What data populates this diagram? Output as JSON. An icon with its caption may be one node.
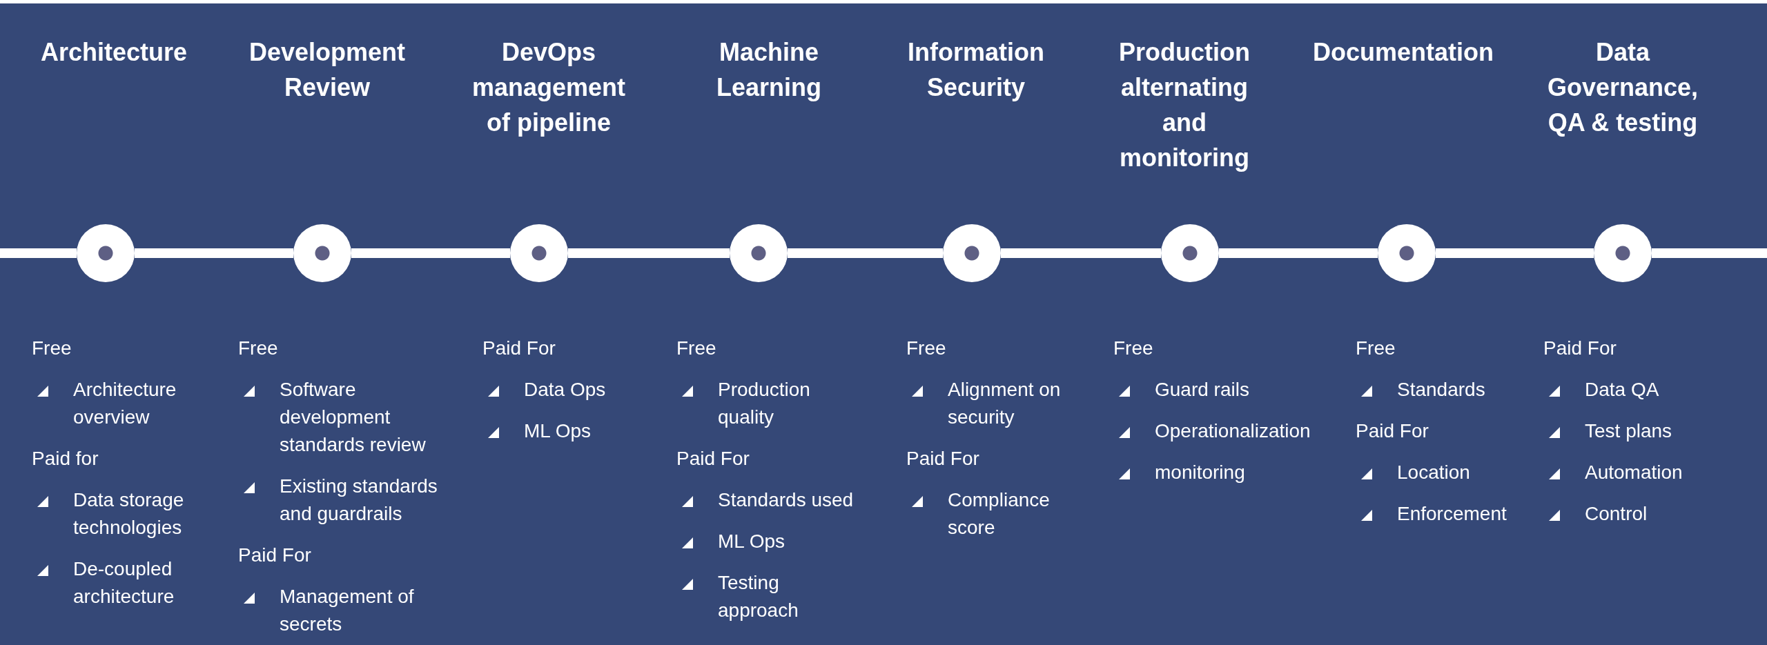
{
  "diagram": {
    "nodes": [
      {
        "text": [],
        "shape": "circle"
      },
      {
        "text": [],
        "shape": "circle"
      },
      {
        "text": [],
        "shape": "circle"
      },
      {
        "text": [],
        "shape": "circle"
      },
      {
        "text": [],
        "shape": "circle"
      },
      {
        "text": [],
        "shape": "circle"
      },
      {
        "text": [],
        "shape": "circle"
      },
      {
        "text": [],
        "shape": "circle"
      }
    ],
    "edges": [
      {
        "from": 0,
        "to": 1,
        "arrow": "none"
      },
      {
        "from": 1,
        "to": 2,
        "arrow": "none"
      },
      {
        "from": 2,
        "to": 3,
        "arrow": "none"
      },
      {
        "from": 3,
        "to": 4,
        "arrow": "none"
      },
      {
        "from": 4,
        "to": 5,
        "arrow": "none"
      },
      {
        "from": 5,
        "to": 6,
        "arrow": "none"
      },
      {
        "from": 6,
        "to": 7,
        "arrow": "none"
      }
    ],
    "labels": [
      "Architecture",
      "Development Review",
      "DevOps management of pipeline",
      "Machine Learning",
      "Information Security",
      "Production alternating and monitoring",
      "Documentation",
      "Data Governance, QA & testing",
      "Free",
      "Architecture overview",
      "Paid for",
      "Data storage technologies",
      "De-coupled architecture",
      "Free",
      "Software development standards review",
      "Existing standards and guardrails",
      "Paid For",
      "Management of secrets",
      "Paid For",
      "Data Ops",
      "ML Ops",
      "Free",
      "Production quality",
      "Paid For",
      "Standards used",
      "ML Ops",
      "Testing approach",
      "Free",
      "Alignment on security",
      "Paid For",
      "Compliance score",
      "Free",
      "Guard rails",
      "Operationalization",
      "monitoring",
      "Free",
      "Standards",
      "Paid For",
      "Location",
      "Enforcement",
      "Paid For",
      "Data QA",
      "Test plans",
      "Automation",
      "Control"
    ]
  }
}
